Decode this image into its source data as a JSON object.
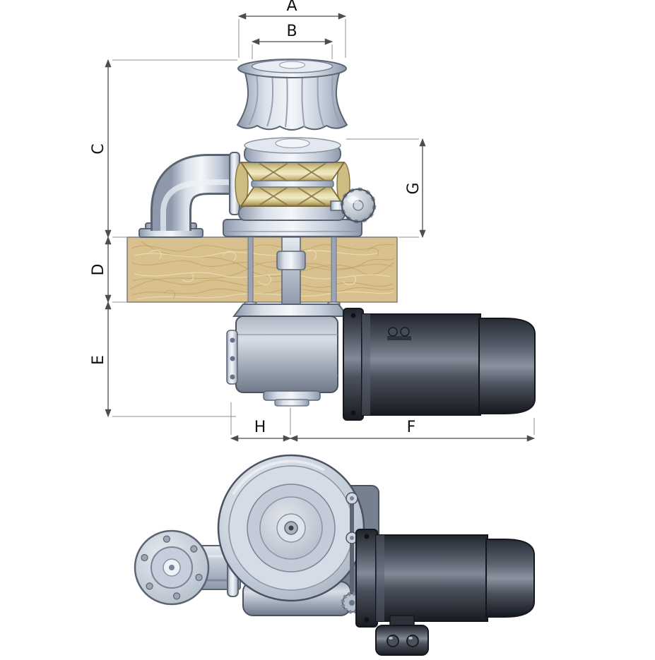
{
  "dimensions": {
    "a": "A",
    "b": "B",
    "c": "C",
    "d": "D",
    "e": "E",
    "f": "F",
    "g": "G",
    "h": "H"
  },
  "colors": {
    "steel_light": "#eef1f6",
    "steel_mid": "#b9c2cf",
    "steel_dark": "#5a6472",
    "brass_light": "#efe7c2",
    "brass_mid": "#d6c78c",
    "brass_dark": "#8a7848",
    "deck_tan": "#d9c18f",
    "deck_fiber": "#c3a368",
    "motor_dark": "#23272f",
    "motor_mid": "#4b515d",
    "dimension_line": "#4d4d4d",
    "label_text": "#111111"
  }
}
